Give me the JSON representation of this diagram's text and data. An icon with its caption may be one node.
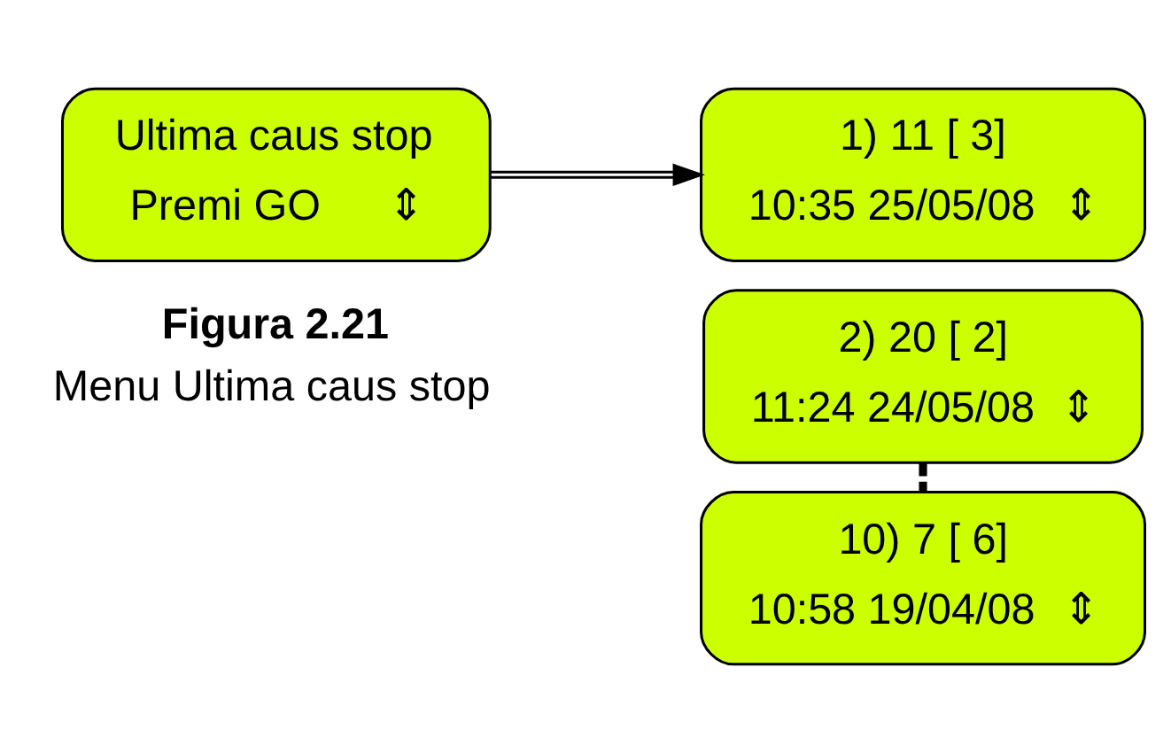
{
  "diagram": {
    "caption": "Menu Ultima caus stop",
    "nodes": [
      {
        "text": [
          "Ultima caus stop",
          "Premi GO",
          "⇕"
        ]
      },
      {
        "text": [
          "1) 11 [ 3]",
          "10:35 25/05/08",
          "⇕"
        ]
      },
      {
        "text": [
          "2) 20 [ 2]",
          "11:24 24/05/08",
          "⇕"
        ]
      },
      {
        "text": [
          "10) 7 [ 6]",
          "10:58 19/04/08",
          "⇕"
        ]
      }
    ],
    "edges": [
      {
        "from": 0,
        "to": 1,
        "arrow": "to"
      },
      {
        "from": 2,
        "to": 3,
        "arrow": "none",
        "style": "dashed"
      }
    ],
    "labels": [
      "Figura 2.21"
    ]
  }
}
